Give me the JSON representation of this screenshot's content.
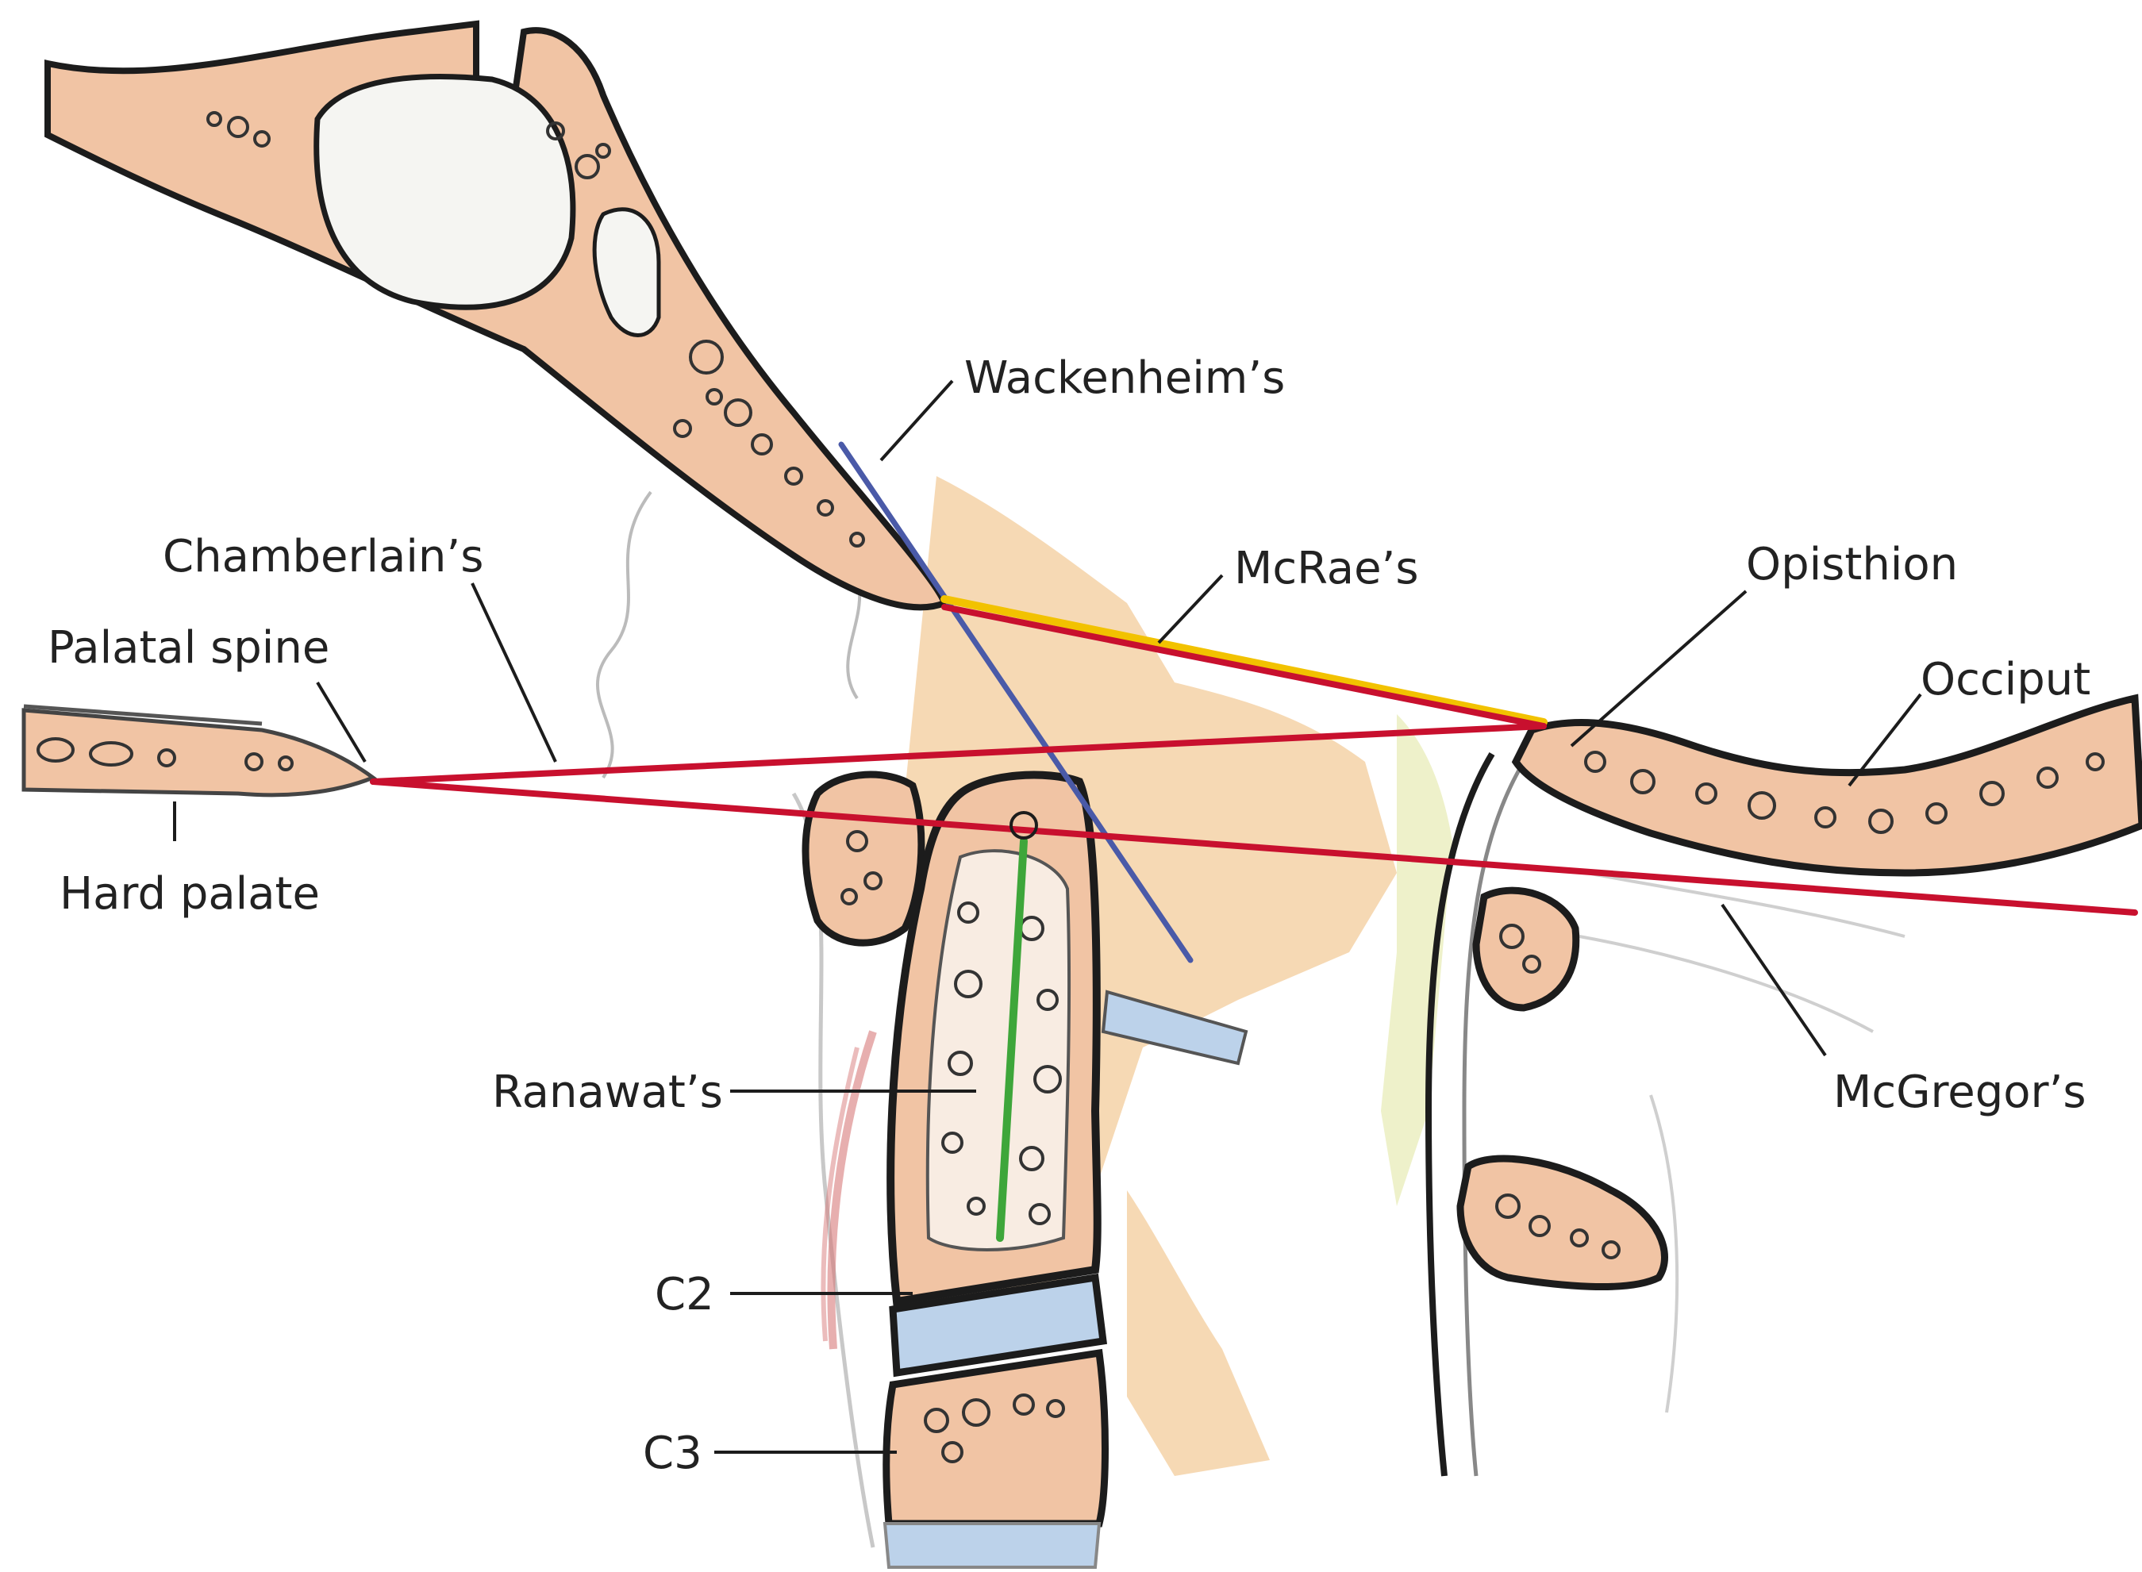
{
  "labels": {
    "wackenheim": "Wackenheim’s",
    "chamberlain": "Chamberlain’s",
    "mcrae": "McRae’s",
    "opisthion": "Opisthion",
    "palatal_spine": "Palatal spine",
    "occiput": "Occiput",
    "hard_palate": "Hard palate",
    "ranawat": "Ranawat’s",
    "mcgregor": "McGregor’s",
    "c2": "C2",
    "c3": "C3"
  },
  "colors": {
    "bone_fill": "#f1c4a4",
    "bone_outline": "#1c1c1c",
    "soft_tissue": "#e8b06a",
    "disc": "#bcd2ea",
    "chamberlain_line": "#c8102e",
    "mcgregor_line": "#c8102e",
    "mcrae_line": "#c8102e",
    "mcrae_highlight": "#f2c200",
    "wackenheim_line": "#4a5aa8",
    "ranawat_line": "#3ea63a"
  }
}
